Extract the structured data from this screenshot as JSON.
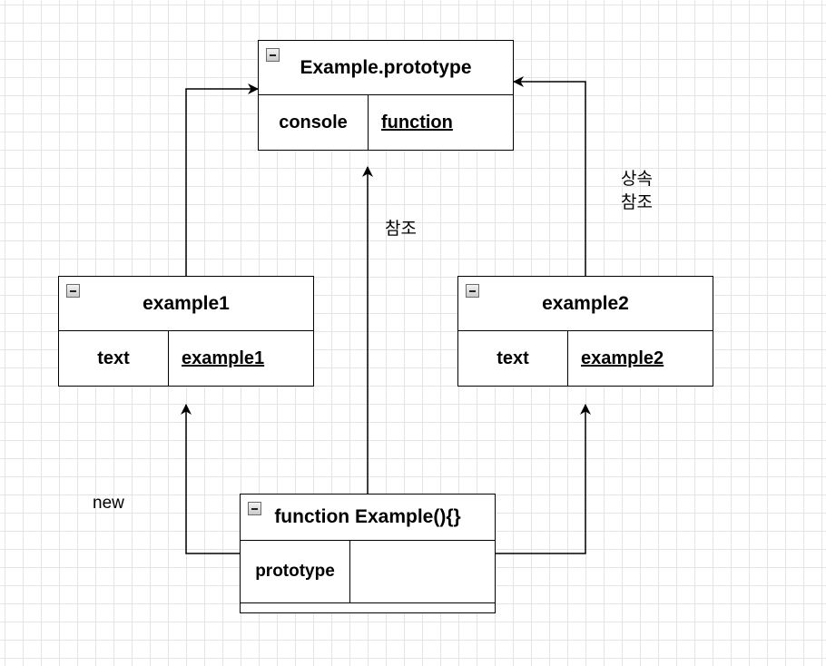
{
  "nodes": {
    "prototype": {
      "title": "Example.prototype",
      "key": "console",
      "value": "function"
    },
    "example1": {
      "title": "example1",
      "key": "text",
      "value": "example1"
    },
    "example2": {
      "title": "example2",
      "key": "text",
      "value": "example2"
    },
    "constructor": {
      "title": "function Example(){}",
      "key": "prototype",
      "value": ""
    }
  },
  "edge_labels": {
    "reference": "참조",
    "inheritance_reference": "상속\n참조",
    "new": "new"
  },
  "colors": {
    "line": "#000000",
    "grid": "#e4e4e4",
    "node_fill": "#ffffff"
  }
}
